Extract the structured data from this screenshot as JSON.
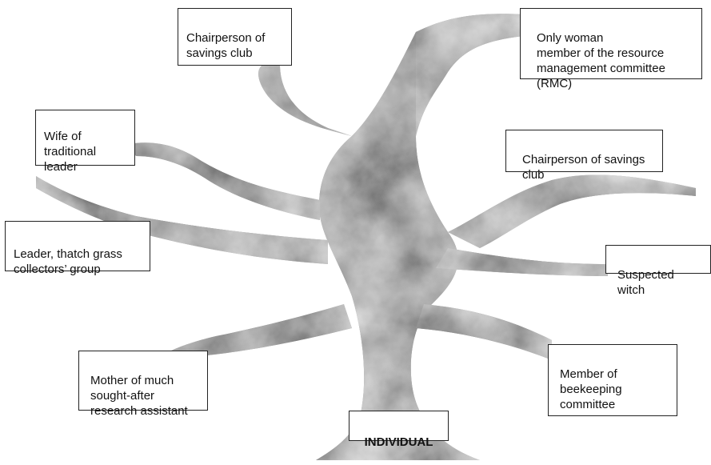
{
  "tree": {
    "root_label": "INDIVIDUAL",
    "roles": [
      {
        "id": "top_center",
        "text": "Chairperson of\nsavings club"
      },
      {
        "id": "top_right",
        "text": "Only woman\nmember of the resource\nmanagement committee (RMC)"
      },
      {
        "id": "left_upper",
        "text": "Wife of\ntraditional\nleader"
      },
      {
        "id": "right_upper",
        "text": "Chairperson of savings\nclub"
      },
      {
        "id": "left_middle",
        "text": "Leader, thatch grass\ncollectors’ group"
      },
      {
        "id": "right_middle",
        "text": "Suspected witch"
      },
      {
        "id": "left_lower",
        "text": "Mother of much\nsought-after\nresearch assistant"
      },
      {
        "id": "right_lower",
        "text": "Member of\nbeekeeping\ncommittee"
      }
    ]
  },
  "colors": {
    "trunk_dark": "#2e2e2e",
    "trunk_mid": "#777777",
    "trunk_light": "#d8d8d8",
    "box_border": "#222222",
    "background": "#ffffff"
  }
}
